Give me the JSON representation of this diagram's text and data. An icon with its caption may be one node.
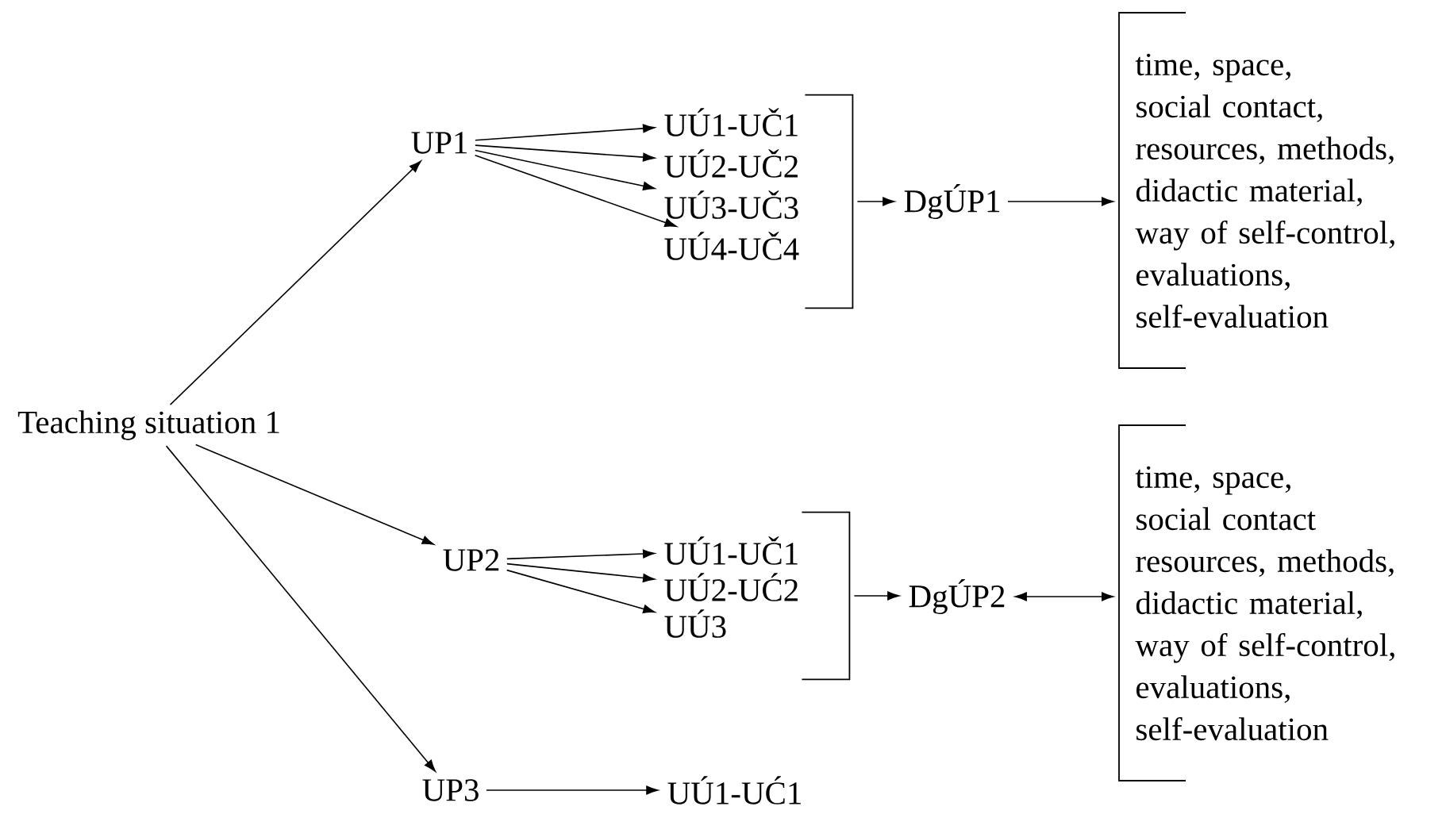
{
  "diagram": {
    "nodes": [
      {
        "text": [
          "Teaching situation 1"
        ]
      },
      {
        "text": [
          "UP1"
        ]
      },
      {
        "text": [],
        "shape": "bracket"
      },
      {
        "text": [
          "UÚ1-UČ1"
        ]
      },
      {
        "text": [
          "UÚ2-UČ2"
        ]
      },
      {
        "text": [
          "UÚ3-UČ3"
        ]
      },
      {
        "text": [
          "UÚ4-UČ4"
        ]
      },
      {
        "text": [
          "DgÚP1"
        ]
      },
      {
        "text": [
          "time, space,",
          "social contact,",
          "resources, methods,",
          "didactic material,",
          "way of self-control,",
          "evaluations,",
          "self-evaluation"
        ]
      },
      {
        "text": [
          "UP2"
        ]
      },
      {
        "text": [],
        "shape": "bracket"
      },
      {
        "text": [
          "UÚ1-UČ1"
        ]
      },
      {
        "text": [
          "UÚ2-UĆ2"
        ]
      },
      {
        "text": [
          "UÚ3"
        ]
      },
      {
        "text": [
          "DgÚP2"
        ]
      },
      {
        "text": [
          "time, space,",
          "social contact",
          "resources, methods,",
          "didactic material,",
          "way of self-control,",
          "evaluations,",
          "self-evaluation"
        ]
      },
      {
        "text": [
          "UP3"
        ]
      },
      {
        "text": [
          "UÚ1-UĆ1"
        ]
      }
    ],
    "edges": [
      {
        "from": 0,
        "to": 1,
        "arrow": "to"
      },
      {
        "from": 0,
        "to": 9,
        "arrow": "to"
      },
      {
        "from": 0,
        "to": 16,
        "arrow": "to"
      },
      {
        "from": 1,
        "to": 3,
        "arrow": "to"
      },
      {
        "from": 1,
        "to": 4,
        "arrow": "to"
      },
      {
        "from": 1,
        "to": 5,
        "arrow": "to"
      },
      {
        "from": 1,
        "to": 6,
        "arrow": "to"
      },
      {
        "from": 2,
        "to": 7,
        "arrow": "to"
      },
      {
        "from": 7,
        "to": 8,
        "arrow": "to"
      },
      {
        "from": 9,
        "to": 11,
        "arrow": "to"
      },
      {
        "from": 9,
        "to": 12,
        "arrow": "to"
      },
      {
        "from": 9,
        "to": 13,
        "arrow": "to"
      },
      {
        "from": 10,
        "to": 14,
        "arrow": "to"
      },
      {
        "from": 14,
        "to": 15,
        "arrow": "both"
      },
      {
        "from": 16,
        "to": 17,
        "arrow": "to"
      }
    ]
  }
}
